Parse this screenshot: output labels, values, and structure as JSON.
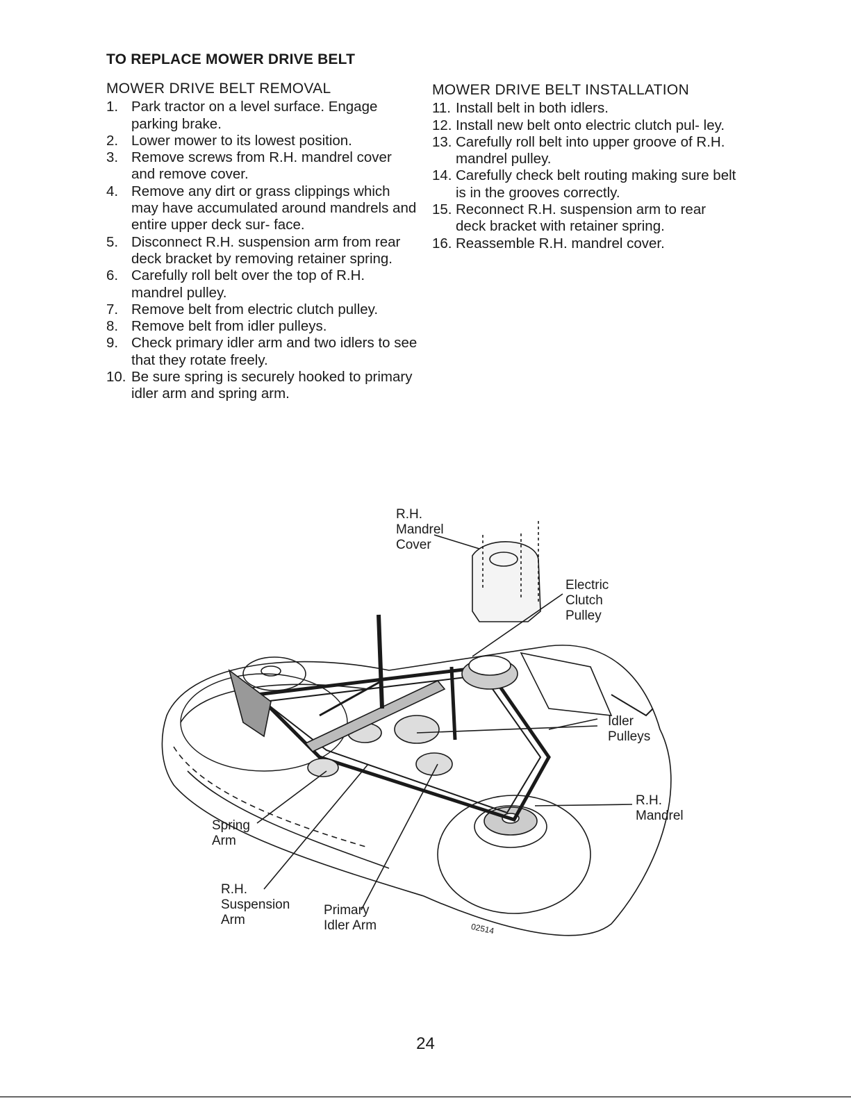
{
  "title": "TO REPLACE MOWER DRIVE BELT",
  "removal": {
    "heading": "MOWER DRIVE BELT REMOVAL",
    "steps": [
      {
        "num": "1.",
        "text": "Park tractor on a level surface. Engage parking brake."
      },
      {
        "num": "2.",
        "text": "Lower mower to its lowest position."
      },
      {
        "num": "3.",
        "text": "Remove screws from R.H. mandrel cover and remove cover."
      },
      {
        "num": "4.",
        "text": "Remove any dirt or grass clippings which may have accumulated around mandrels and entire upper deck sur- face."
      },
      {
        "num": "5.",
        "text": "Disconnect R.H. suspension arm from rear deck bracket by removing retainer spring."
      },
      {
        "num": "6.",
        "text": "Carefully roll belt over the top of R.H. mandrel pulley."
      },
      {
        "num": "7.",
        "text": "Remove belt from electric clutch pulley."
      },
      {
        "num": "8.",
        "text": "Remove belt from idler pulleys."
      },
      {
        "num": "9.",
        "text": "Check primary idler arm and two idlers to see that they rotate freely."
      },
      {
        "num": "10.",
        "text": "Be sure spring is securely hooked to primary idler arm and spring arm."
      }
    ]
  },
  "installation": {
    "heading": "MOWER DRIVE BELT INSTALLATION",
    "steps": [
      {
        "num": "11.",
        "text": "Install belt in both idlers."
      },
      {
        "num": "12.",
        "text": "Install new belt onto electric clutch pul- ley."
      },
      {
        "num": "13.",
        "text": "Carefully roll belt into upper groove of R.H. mandrel pulley."
      },
      {
        "num": "14.",
        "text": "Carefully check belt routing making sure belt is in the grooves correctly."
      },
      {
        "num": "15.",
        "text": "Reconnect R.H. suspension arm to rear deck bracket with retainer spring."
      },
      {
        "num": "16.",
        "text": "Reassemble R.H. mandrel cover."
      }
    ]
  },
  "diagram": {
    "labels": {
      "rh_mandrel_cover": [
        "R.H.",
        "Mandrel",
        "Cover"
      ],
      "electric_clutch_pulley": [
        "Electric",
        "Clutch",
        "Pulley"
      ],
      "idler_pulleys": [
        "Idler",
        "Pulleys"
      ],
      "rh_mandrel": [
        "R.H.",
        "Mandrel"
      ],
      "spring_arm": [
        "Spring",
        "Arm"
      ],
      "rh_suspension_arm": [
        "R.H.",
        "Suspension",
        "Arm"
      ],
      "primary_idler_arm": [
        "Primary",
        "Idler Arm"
      ]
    },
    "figure_code": "02514"
  },
  "page_number": "24"
}
